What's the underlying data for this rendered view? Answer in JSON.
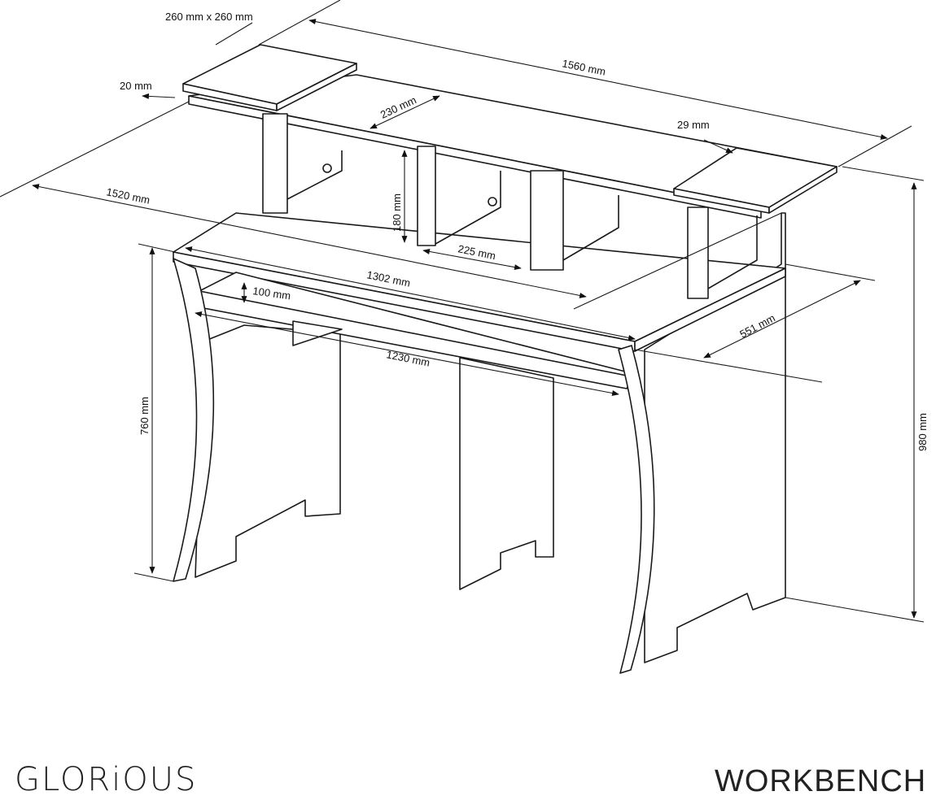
{
  "brand": "GLORiOUS",
  "product": "WORKBENCH",
  "dimensions": {
    "shelf_board": "260 mm x 260 mm",
    "board_thickness": "20 mm",
    "total_width": "1560 mm",
    "shelf_depth": "230 mm",
    "right_gap": "29 mm",
    "desk_width": "1520 mm",
    "shelf_height": "180 mm",
    "compartment_width": "225 mm",
    "inner_width": "1302 mm",
    "drawer_height": "100 mm",
    "desk_depth": "551 mm",
    "drawer_width": "1230 mm",
    "desk_height": "760 mm",
    "total_height": "980 mm"
  }
}
